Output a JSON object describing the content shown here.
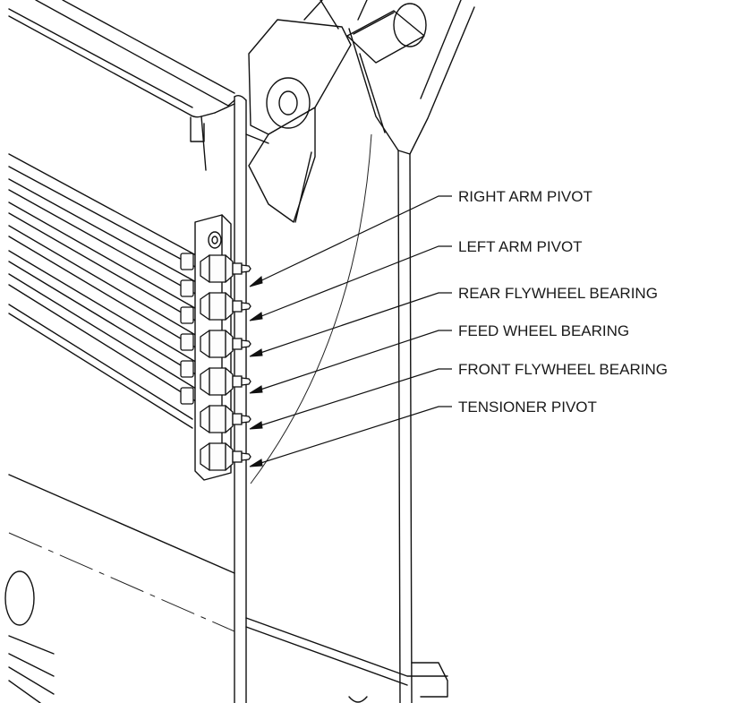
{
  "callouts": [
    {
      "id": "right-arm-pivot",
      "label": "RIGHT ARM PIVOT"
    },
    {
      "id": "left-arm-pivot",
      "label": "LEFT ARM PIVOT"
    },
    {
      "id": "rear-flywheel-bearing",
      "label": "REAR FLYWHEEL BEARING"
    },
    {
      "id": "feed-wheel-bearing",
      "label": "FEED WHEEL BEARING"
    },
    {
      "id": "front-flywheel-bearing",
      "label": "FRONT FLYWHEEL BEARING"
    },
    {
      "id": "tensioner-pivot",
      "label": "TENSIONER PIVOT"
    }
  ],
  "colors": {
    "ink": "#111111",
    "paper": "#ffffff"
  }
}
